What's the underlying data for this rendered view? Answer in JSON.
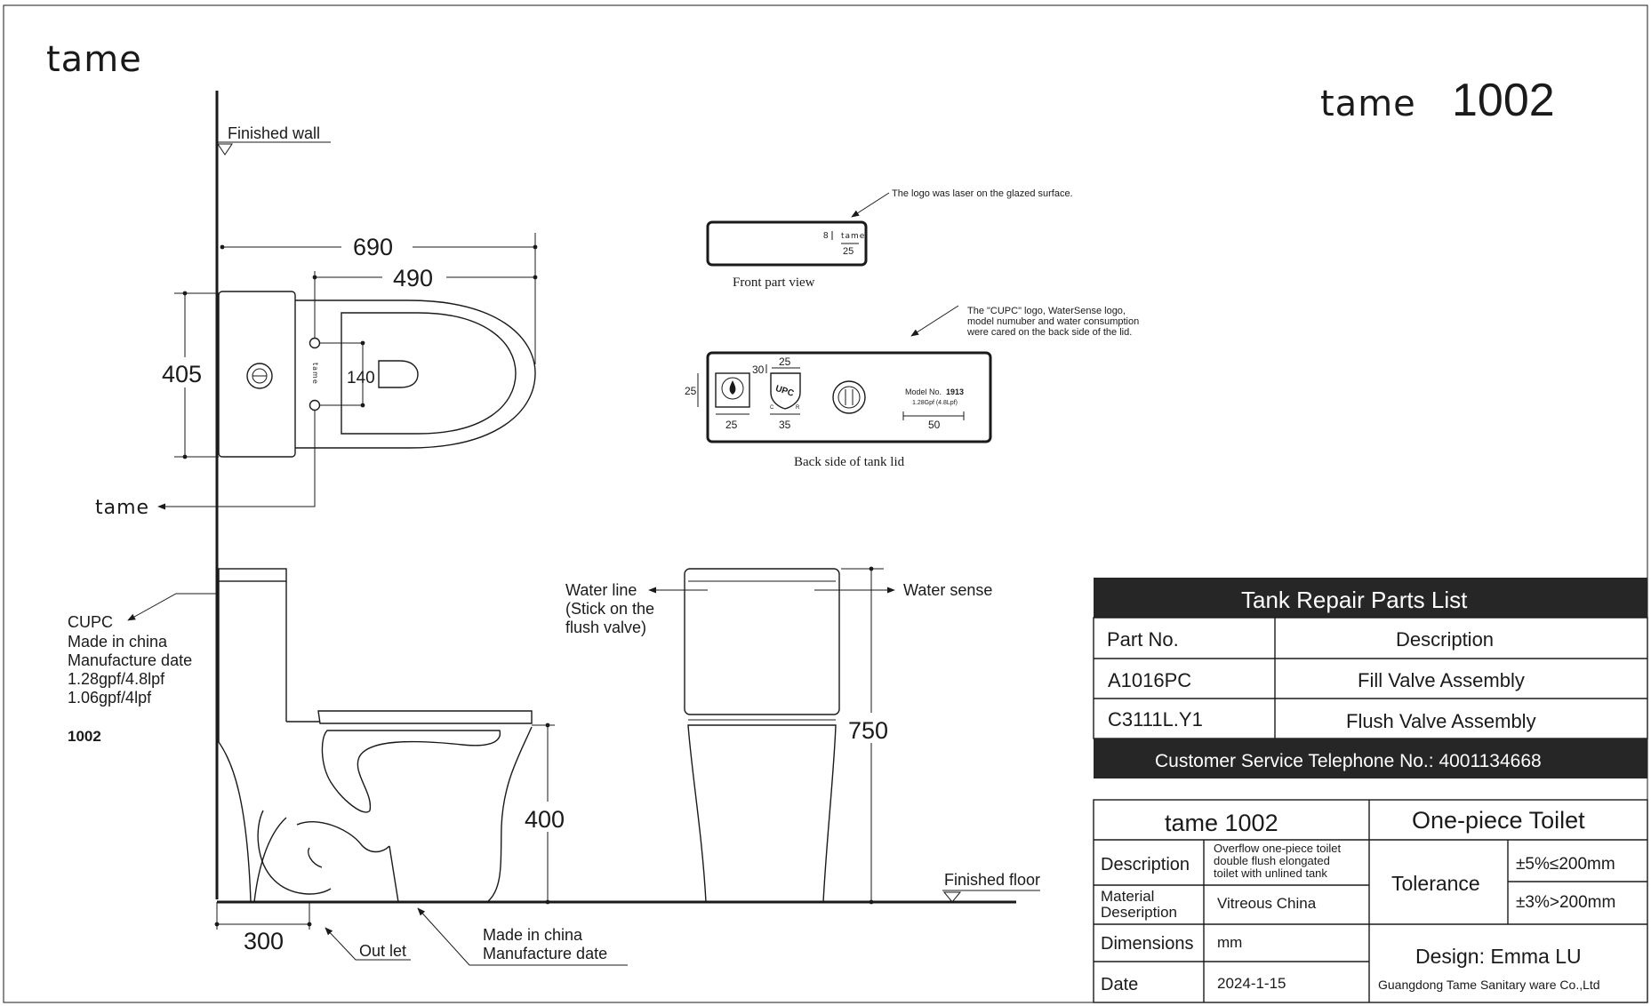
{
  "brand": {
    "logo_text": "tame",
    "model_number": "1002"
  },
  "top_view": {
    "wall_label": "Finished wall",
    "dim_overall_length": "690",
    "dim_bowl_length": "490",
    "dim_width": "405",
    "dim_bolt_spacing": "140",
    "tank_logo": "tame",
    "logo_callout": "tame"
  },
  "front_part_view": {
    "note": "The logo was laser on the glazed surface.",
    "caption": "Front part view",
    "dim_height": "8",
    "dim_width": "25",
    "logo": "tame"
  },
  "tank_lid": {
    "note_lines": [
      "The \"CUPC\" logo, WaterSense logo,",
      "model numuber and water consumption",
      "were cared on the back side of the lid."
    ],
    "caption": "Back side of tank lid",
    "dim_watersense_height": "25",
    "dim_watersense_width": "25",
    "dim_upc_offset": "30",
    "dim_upc_top": "25",
    "dim_upc_width": "35",
    "upc_text": "UPC",
    "upc_letters": [
      "C",
      "R"
    ],
    "model_label": "Model No.",
    "model_value": "1913",
    "gpf_text": "1.28Gpf (4.8Lpf)",
    "dim_model_width": "50"
  },
  "side_view": {
    "label_lines": [
      "CUPC",
      "Made in china",
      "Manufacture date",
      "1.28gpf/4.8lpf",
      "1.06gpf/4lpf"
    ],
    "model": "1002",
    "dim_seat_height": "400",
    "dim_rough_in": "300",
    "outlet_label": "Out let",
    "made_label_lines": [
      "Made in china",
      "Manufacture date"
    ]
  },
  "front_view": {
    "water_line_lines": [
      "Water line",
      "(Stick on the",
      "flush valve)"
    ],
    "water_sense": "Water sense",
    "dim_height": "750",
    "floor_label": "Finished floor"
  },
  "parts_table": {
    "title": "Tank Repair Parts List",
    "headers": [
      "Part No.",
      "Description"
    ],
    "rows": [
      [
        "A1016PC",
        "Fill Valve Assembly"
      ],
      [
        "C3111L.Y1",
        "Flush Valve Assembly"
      ]
    ],
    "service": "Customer Service Telephone No.: 4001134668"
  },
  "info_table": {
    "model_title": "tame 1002",
    "product_type": "One-piece Toilet",
    "description_label": "Description",
    "description_lines": [
      "Overflow one-piece toilet",
      "double flush elongated",
      "toilet with unlined tank"
    ],
    "material_label_lines": [
      "Material",
      "Deseription"
    ],
    "material_value": "Vitreous China",
    "dimensions_label": "Dimensions",
    "dimensions_value": "mm",
    "date_label": "Date",
    "date_value": "2024-1-15",
    "tolerance_label": "Tolerance",
    "tolerance_1": "±5%≤200mm",
    "tolerance_2": "±3%>200mm",
    "designer": "Design: Emma LU",
    "company": "Guangdong Tame Sanitary ware Co.,Ltd"
  }
}
